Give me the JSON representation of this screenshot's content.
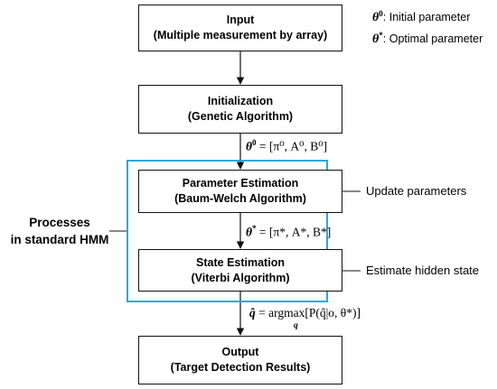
{
  "boxes": {
    "input": {
      "title": "Input",
      "subtitle": "(Multiple measurement by array)"
    },
    "init": {
      "title": "Initialization",
      "subtitle": "(Genetic Algorithm)"
    },
    "param": {
      "title": "Parameter Estimation",
      "subtitle": "(Baum-Welch Algorithm)"
    },
    "state": {
      "title": "State Estimation",
      "subtitle": "(Viterbi Algorithm)"
    },
    "output": {
      "title": "Output",
      "subtitle": "(Target Detection Results)"
    }
  },
  "legend": {
    "initial": {
      "symbol": "θ",
      "sup": "0",
      "text": ": Initial parameter"
    },
    "optimal": {
      "symbol": "θ",
      "sup": "*",
      "text": ": Optimal parameter"
    }
  },
  "side": {
    "processes_line1": "Processes",
    "processes_line2": "in standard HMM",
    "update": "Update parameters",
    "estimate": "Estimate hidden state"
  },
  "equations": {
    "eq1": {
      "lhs": "θ",
      "lhs_sup": "0",
      "rhs": "= [π⁰, A⁰, B⁰]"
    },
    "eq2": {
      "lhs": "θ",
      "lhs_sup": "*",
      "rhs": "= [π*, A*, B*]"
    },
    "eq3": {
      "lhs": "q̂",
      "rhs": "= argmax[P(q̂|o, θ*)]",
      "sub": "q"
    }
  },
  "colors": {
    "frame": "#2aa7e0",
    "line": "#111111"
  }
}
